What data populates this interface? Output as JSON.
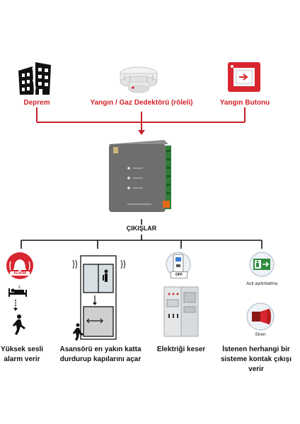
{
  "inputs": {
    "earthquake": "Deprem",
    "detector": "Yangın / Gaz Dedektörü (röleli)",
    "fire_button": "Yangın Butonu"
  },
  "outputs_title": "ÇIKIŞLAR",
  "outputs": {
    "alarm_line1": "Yüksek sesli",
    "alarm_line2": "alarm verir",
    "elevator_line1": "Asansörü en yakın katta",
    "elevator_line2": "durdurup kapılarını açar",
    "power_cut": "Elektriği keser",
    "contact_line1": "İstenen herhangi bir",
    "contact_line2": "sisteme kontak çıkışı verir",
    "emergency_light": "Acil aydınlatma",
    "siren": "Siren"
  },
  "icon_text": {
    "alarm": "ALARM",
    "off": "OFF"
  },
  "colors": {
    "red_line": "#c8202a",
    "black_line": "#111111",
    "device": "#6e6f6c"
  }
}
